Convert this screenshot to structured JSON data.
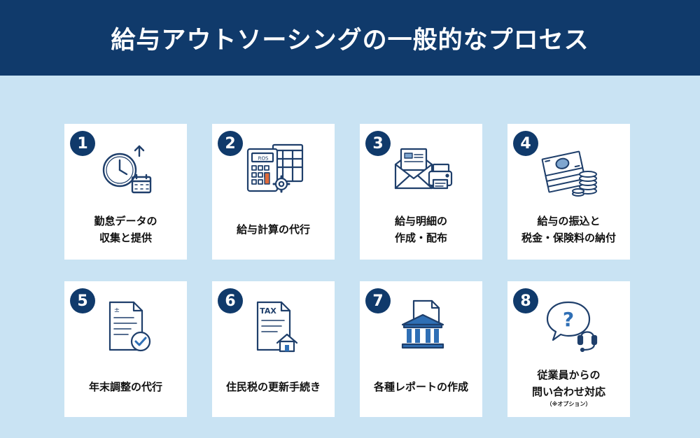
{
  "title": "給与アウトソーシングの一般的なプロセス",
  "colors": {
    "navy": "#103a6b",
    "background": "#c9e3f3",
    "accent_orange": "#e06a3a"
  },
  "steps": [
    {
      "number": "1",
      "icon": "clock-calendar-icon",
      "lines": [
        "勤怠データの",
        "収集と提供"
      ]
    },
    {
      "number": "2",
      "icon": "calculator-spreadsheet-icon",
      "lines": [
        "給与計算の代行"
      ],
      "icon_text": "ROS"
    },
    {
      "number": "3",
      "icon": "envelope-printer-icon",
      "lines": [
        "給与明細の",
        "作成・配布"
      ]
    },
    {
      "number": "4",
      "icon": "money-coins-icon",
      "lines": [
        "給与の振込と",
        "税金・保険料の納付"
      ]
    },
    {
      "number": "5",
      "icon": "document-check-icon",
      "lines": [
        "年末調整の代行"
      ],
      "icon_text": "±"
    },
    {
      "number": "6",
      "icon": "tax-document-house-icon",
      "lines": [
        "住民税の更新手続き"
      ],
      "icon_text": "TAX"
    },
    {
      "number": "7",
      "icon": "report-bank-icon",
      "lines": [
        "各種レポートの作成"
      ]
    },
    {
      "number": "8",
      "icon": "question-headset-icon",
      "lines": [
        "従業員からの",
        "問い合わせ対応"
      ],
      "note": "（※オプション）",
      "icon_text": "?"
    }
  ]
}
